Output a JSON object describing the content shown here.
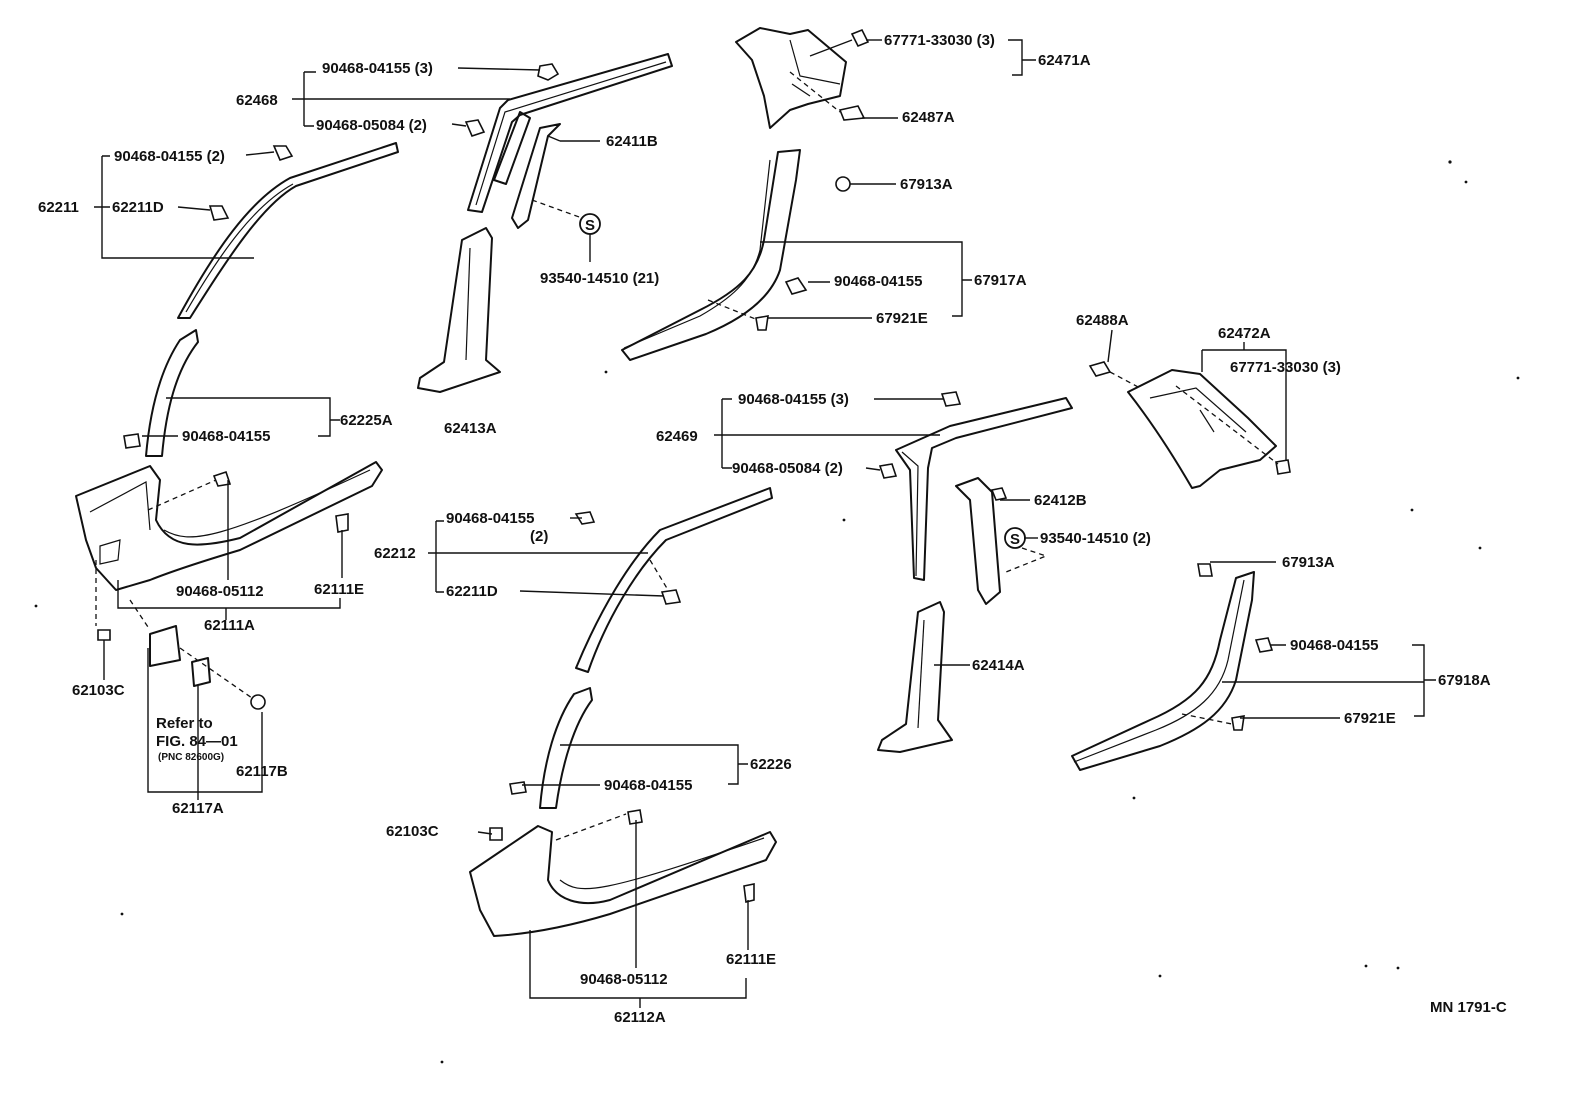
{
  "figure_code": "MN 1791-C",
  "note": {
    "line1": "Refer to",
    "line2": "FIG. 84—01",
    "line3": "(PNC 82600G)"
  },
  "labels": {
    "p90468_04155_3_top": "90468-04155 (3)",
    "p62468": "62468",
    "p90468_05084_2_top": "90468-05084 (2)",
    "p62411B": "62411B",
    "p90468_04155_2_left": "90468-04155 (2)",
    "p62211": "62211",
    "p62211D_left": "62211D",
    "p93540_14510_21": "93540-14510 (21)",
    "p67771_33030_3_top": "67771-33030 (3)",
    "p62471A": "62471A",
    "p62487A": "62487A",
    "p67913A_top": "67913A",
    "p90468_04155_mid": "90468-04155",
    "p67917A": "67917A",
    "p67921E_top": "67921E",
    "p62225A": "62225A",
    "p90468_04155_lefta": "90468-04155",
    "p62413A": "62413A",
    "p62488A": "62488A",
    "p62472A": "62472A",
    "p67771_33030_3_right": "67771-33030 (3)",
    "p90468_04155_3_mid": "90468-04155 (3)",
    "p62469": "62469",
    "p90468_05084_2_mid": "90468-05084 (2)",
    "p62412B": "62412B",
    "p93540_14510_2": "93540-14510 (2)",
    "p90468_04155_center": "90468-04155",
    "p_2": "(2)",
    "p62212": "62212",
    "p62211D_center": "62211D",
    "p90468_05112_left": "90468-05112",
    "p62111E_left": "62111E",
    "p62111A": "62111A",
    "p62103C_left": "62103C",
    "p62117B": "62117B",
    "p62117A": "62117A",
    "p62414A": "62414A",
    "p67913A_right": "67913A",
    "p90468_04155_right": "90468-04155",
    "p67918A": "67918A",
    "p67921E_right": "67921E",
    "p62226": "62226",
    "p90468_04155_lower": "90468-04155",
    "p62103C_center": "62103C",
    "p90468_05112_center": "90468-05112",
    "p62111E_center": "62111E",
    "p62112A": "62112A",
    "s_symbol": "S"
  }
}
